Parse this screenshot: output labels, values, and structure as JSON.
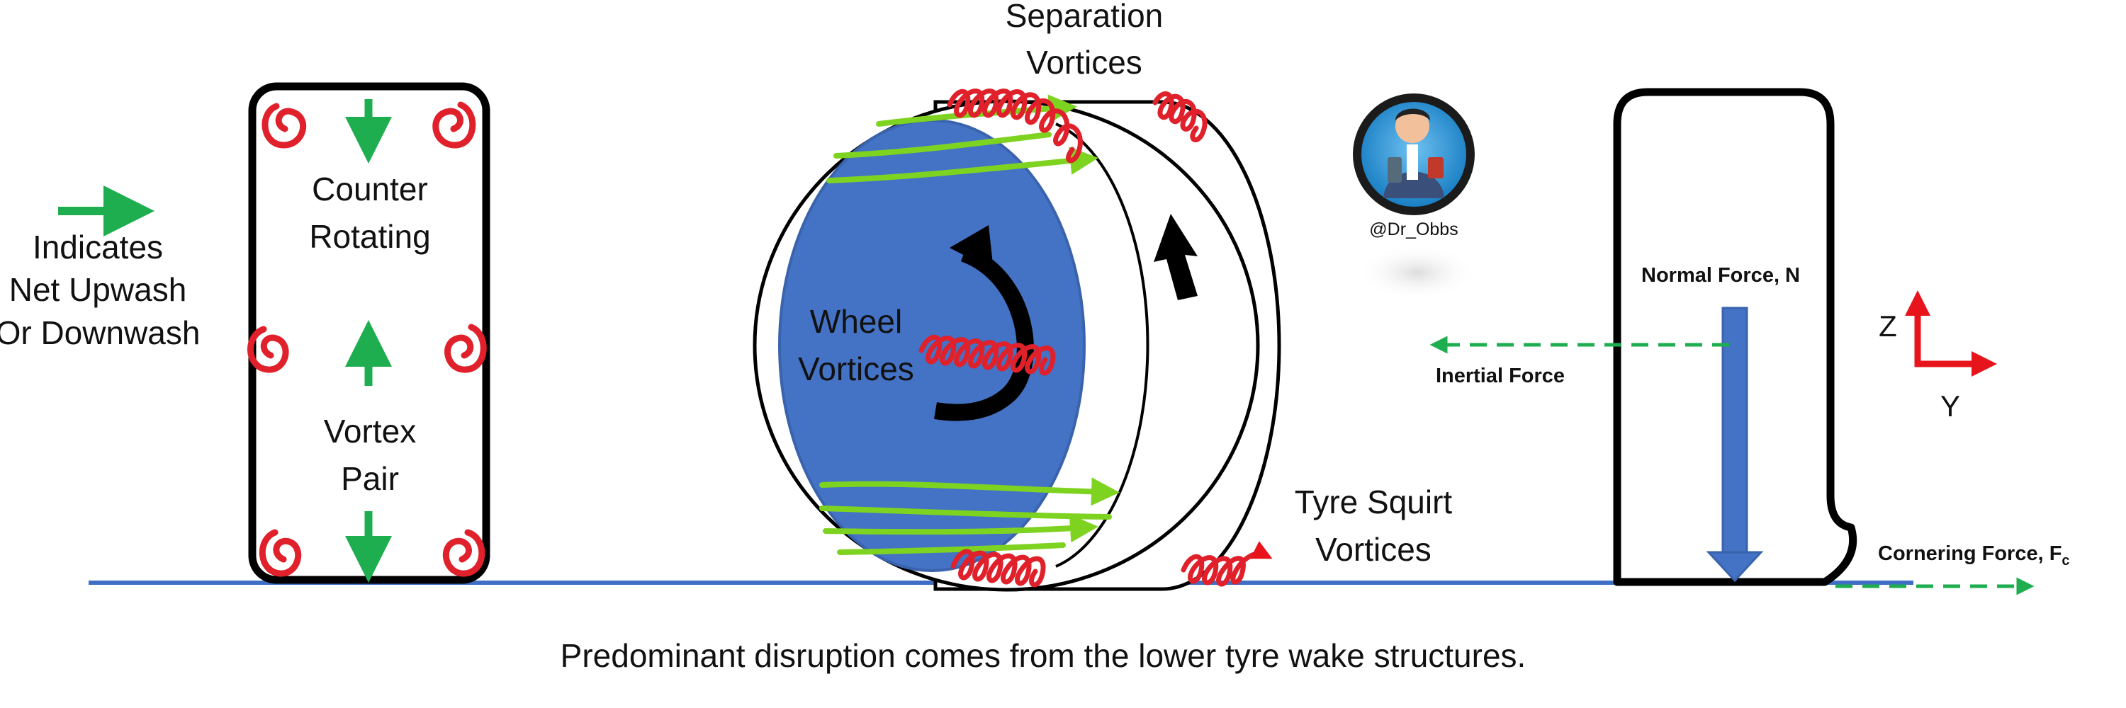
{
  "legend": {
    "line1": "Indicates",
    "line2": "Net Upwash",
    "line3": "Or Downwash"
  },
  "vortex_box": {
    "line1": "Counter",
    "line2": "Rotating",
    "line3": "Vortex",
    "line4": "Pair"
  },
  "tyre": {
    "separation_line1": "Separation",
    "separation_line2": "Vortices",
    "wheel_line1": "Wheel",
    "wheel_line2": "Vortices",
    "squirt_line1": "Tyre Squirt",
    "squirt_line2": "Vortices"
  },
  "author": {
    "handle": "@Dr_Obbs",
    "avatar_icon": "cartoon-doctor-avatar-icon"
  },
  "forces": {
    "normal": "Normal Force, N",
    "inertial": "Inertial Force",
    "cornering": "Cornering Force, F",
    "cornering_sub": "c"
  },
  "axes": {
    "z": "Z",
    "y": "Y"
  },
  "caption": "Predominant disruption comes from the lower tyre wake structures.",
  "colors": {
    "ground": "#3f6fc4",
    "wheel_face": "#4472c4",
    "vortex_red": "#e0202a",
    "flow_green": "#7ed321",
    "arrow_green": "#1fae4f",
    "normal_force": "#4472c4",
    "axis_red": "#e8141b"
  }
}
